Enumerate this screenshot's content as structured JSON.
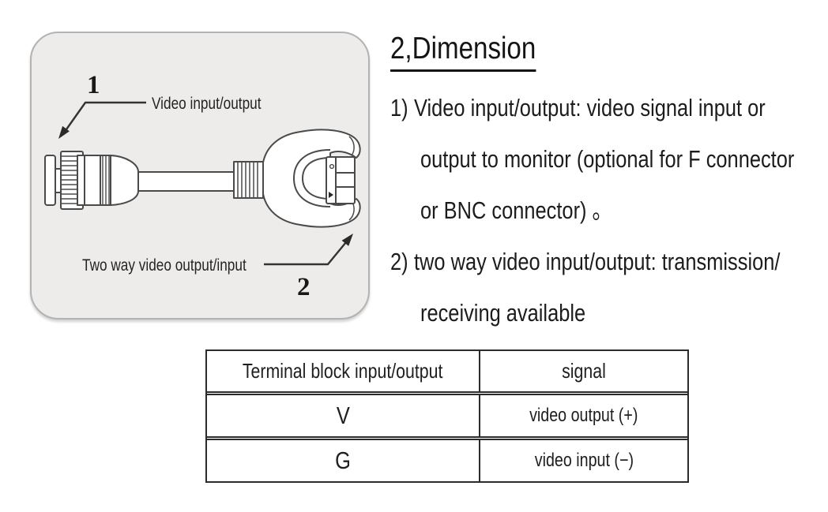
{
  "diagram_panel": {
    "callout_1": {
      "number": "1",
      "label": "Video input/output"
    },
    "callout_2": {
      "number": "2",
      "label": "Two way video output/input"
    },
    "drawing": "video balun cable: BNC connector, cable, two-way terminal block connector"
  },
  "dimension_section": {
    "title": "2,Dimension",
    "items": [
      {
        "marker": "1)",
        "lines": [
          "Video input/output: video signal input or",
          "output to monitor (optional for F connector",
          "or BNC connector) 。"
        ]
      },
      {
        "marker": "2)",
        "lines": [
          "two way video input/output: transmission/",
          "receiving available"
        ]
      }
    ]
  },
  "signal_table": {
    "headers": [
      "Terminal block input/output",
      "signal"
    ],
    "rows": [
      {
        "terminal": "V",
        "signal": "video output (+)"
      },
      {
        "terminal": "G",
        "signal": "video input (−)"
      }
    ]
  },
  "colors": {
    "panel_bg": "#edecea",
    "panel_border": "#b3b3b3",
    "ink": "#1f1f1f",
    "drawing_stroke": "#4a4a4a",
    "table_border": "#2b2b2b"
  }
}
